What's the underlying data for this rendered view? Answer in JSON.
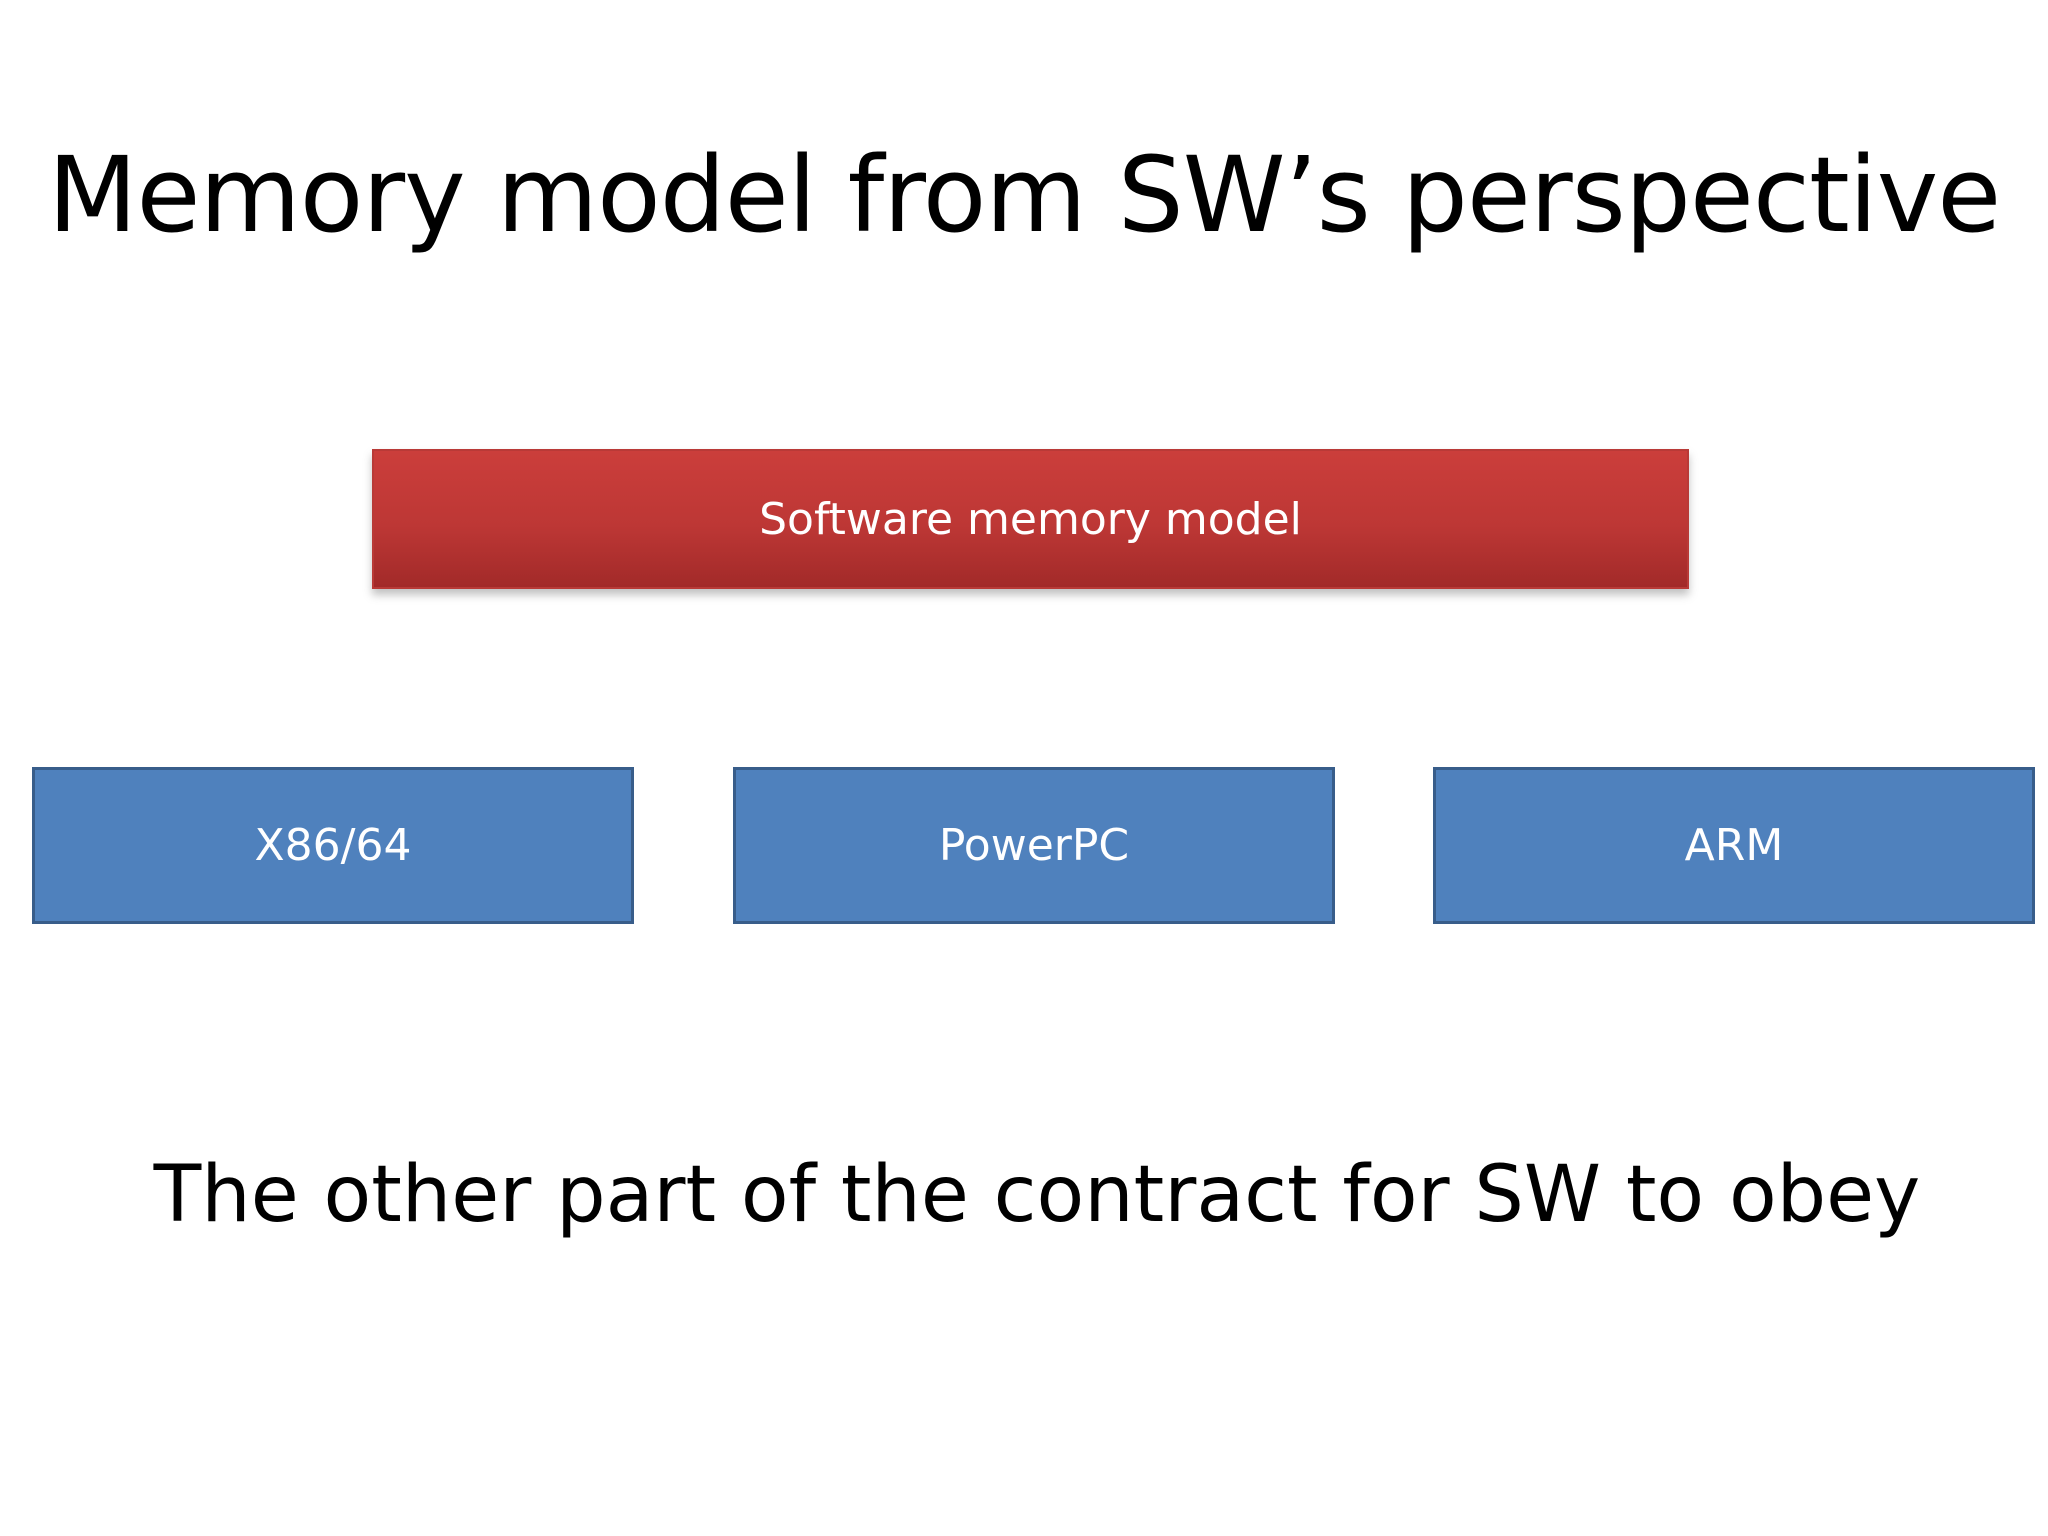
{
  "slide": {
    "title": "Memory model from SW’s perspective",
    "software_box": {
      "label": "Software memory model",
      "color": "#c0504d"
    },
    "architectures": [
      {
        "label": "X86/64",
        "color": "#4f81bd"
      },
      {
        "label": "PowerPC",
        "color": "#4f81bd"
      },
      {
        "label": "ARM",
        "color": "#4f81bd"
      }
    ],
    "subtitle": "The other part of the contract for SW to obey"
  }
}
